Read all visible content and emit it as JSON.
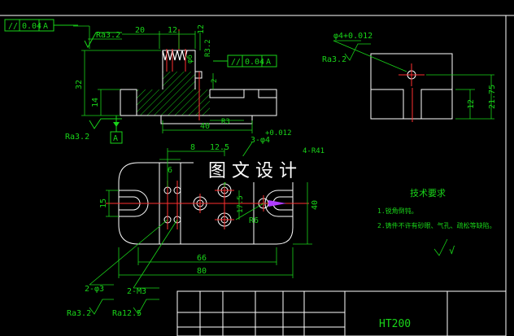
{
  "title_overlay": "图 文 设 计",
  "tech_req": {
    "heading": "技术要求",
    "line1": "1.锐角倒钝。",
    "line2": "2.铸件不许有砂眼、气孔、疏松等缺陷。",
    "symbol": "√"
  },
  "title_block": {
    "material": "HT200"
  },
  "annotations": {
    "tolerance_frame_1": [
      "//",
      "0.04",
      "A"
    ],
    "tolerance_frame_2": [
      "//",
      "0.04",
      "A"
    ],
    "datum_A": "A",
    "rough_ra32_1": "Ra3.2",
    "rough_ra32_2": "Ra3.2",
    "rough_ra32_3": "Ra3.2",
    "rough_ra32_4": "Ra3.2",
    "rough_ra125": "Ra12.5",
    "dim_20": "20",
    "dim_12": "12",
    "dim_12b": "12",
    "dim_32": "32",
    "dim_14": "14",
    "dim_40_front": "40",
    "dim_r3": "R3",
    "dim_phi4_012": "φ4+0.012",
    "dim_phi6": "φ6",
    "dim_r3_2": "R3.2",
    "dim_2": "2",
    "dim_12_side": "12",
    "dim_2175": "21.75",
    "dim_8": "8",
    "dim_125": "12.5",
    "dim_3phi4": "3-φ4",
    "dim_012b": "+0.012",
    "dim_6": "6",
    "dim_15": "15",
    "dim_175": "17.5",
    "dim_40_top": "40",
    "dim_r6": "R6",
    "dim_66": "66",
    "dim_80": "80",
    "dim_2phi3": "2-φ3",
    "dim_2m3": "2-M3",
    "dim_frag": "4-R41"
  },
  "colors": {
    "background": "#000000",
    "lines": "#19d419",
    "section_hatch": "#19d419",
    "center_lines": "#ff3030",
    "dim_labels": "#19d419",
    "title_text": "#ffffff"
  }
}
